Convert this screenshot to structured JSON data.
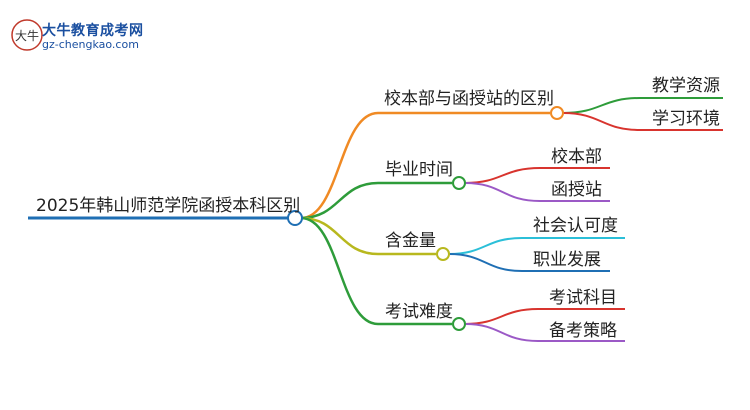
{
  "logo": {
    "title": "大牛教育成考网",
    "url": "gz-chengkao.com",
    "mark_text": "大牛"
  },
  "mindmap": {
    "root": "2025年韩山师范学院函授本科区别",
    "branches": [
      {
        "label": "校本部与函授站的区别",
        "color": "#f08a24",
        "children": [
          {
            "label": "教学资源",
            "color": "#2e9c3a"
          },
          {
            "label": "学习环境",
            "color": "#d8342e"
          }
        ]
      },
      {
        "label": "毕业时间",
        "color": "#2e9c3a",
        "children": [
          {
            "label": "校本部",
            "color": "#d8342e"
          },
          {
            "label": "函授站",
            "color": "#9b59c6"
          }
        ]
      },
      {
        "label": "含金量",
        "color": "#b8b81e",
        "children": [
          {
            "label": "社会认可度",
            "color": "#2bbfd8"
          },
          {
            "label": "职业发展",
            "color": "#1f6fb4"
          }
        ]
      },
      {
        "label": "考试难度",
        "color": "#2e9c3a",
        "children": [
          {
            "label": "考试科目",
            "color": "#d8342e"
          },
          {
            "label": "备考策略",
            "color": "#9b59c6"
          }
        ]
      }
    ],
    "root_color": "#1f6fb4"
  }
}
